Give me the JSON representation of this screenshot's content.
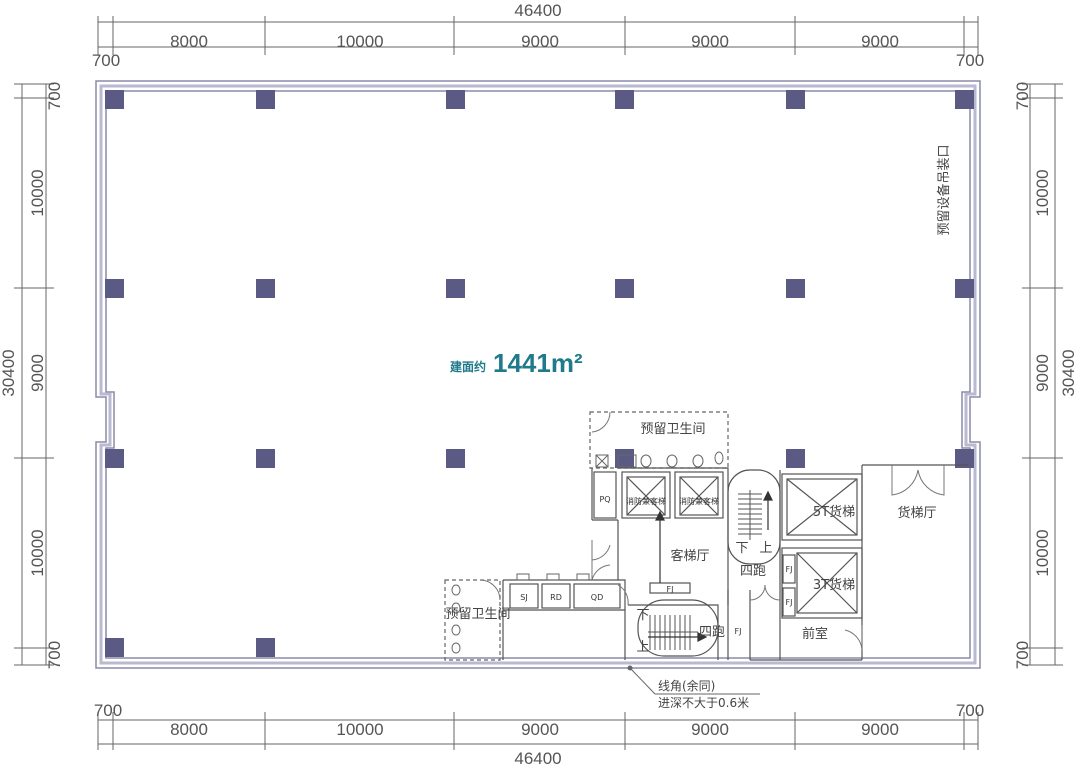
{
  "dimensions": {
    "top_total": "46400",
    "bottom_total": "46400",
    "horizontal_spans": [
      "700",
      "8000",
      "10000",
      "9000",
      "9000",
      "9000",
      "700"
    ],
    "left_total": "30400",
    "right_total": "30400",
    "vertical_spans": [
      "700",
      "10000",
      "9000",
      "10000",
      "700"
    ]
  },
  "area": {
    "label": "建面约",
    "value": "1441m²"
  },
  "rooms": {
    "hoist_opening": "预留设备吊装口",
    "reserved_toilet_top": "预留卫生间",
    "reserved_toilet_bottom": "预留卫生间",
    "passenger_lobby": "客梯厅",
    "freight_lobby": "货梯厅",
    "front_room": "前室",
    "stair_four_run_a": "四跑",
    "stair_four_run_b": "四跑",
    "freight_elevator_5t": "5T货梯",
    "freight_elevator_3t": "3T货梯",
    "fire_elevator_1": "消防兼客梯",
    "fire_elevator_2": "消防兼客梯",
    "shaft_pq": "PQ",
    "shaft_sj": "SJ",
    "shaft_rd": "RD",
    "shaft_qd": "QD",
    "shaft_fj_1": "FJ",
    "shaft_fj_2": "FJ",
    "shaft_fj_3": "FJ",
    "shaft_fj_4": "FJ",
    "stair_down_a": "下",
    "stair_up_a": "上",
    "stair_down_b": "下",
    "stair_up_b": "上"
  },
  "notes": {
    "line_corner": "线角(余同)",
    "depth_limit": "进深不大于0.6米"
  },
  "colors": {
    "column": "#5a5a85",
    "wall": "#8a8aa8",
    "accent": "#1f7a8c",
    "dim_line": "#666666"
  }
}
